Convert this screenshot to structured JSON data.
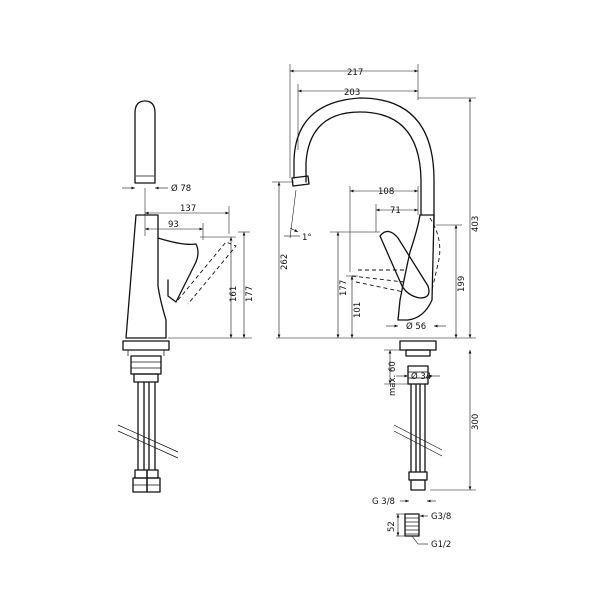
{
  "side_view": {
    "dim_diameter_78": "Ø 78",
    "dim_137": "137",
    "dim_93": "93",
    "dim_161": "161",
    "dim_177": "177"
  },
  "front_view": {
    "dim_217": "217",
    "dim_203": "203",
    "dim_108": "108",
    "dim_71": "71",
    "dim_angle_1": "1°",
    "dim_262": "262",
    "dim_177": "177",
    "dim_101": "101",
    "dim_199": "199",
    "dim_403": "403",
    "dim_diameter_56": "Ø 56",
    "dim_diameter_34": "Ø 34",
    "dim_max_60": "max. 60",
    "dim_300": "300",
    "label_g3_8_lower": "G 3/8",
    "dim_52": "52",
    "label_g3_8_detail": "G3/8",
    "label_g1_2_detail": "G1/2"
  }
}
